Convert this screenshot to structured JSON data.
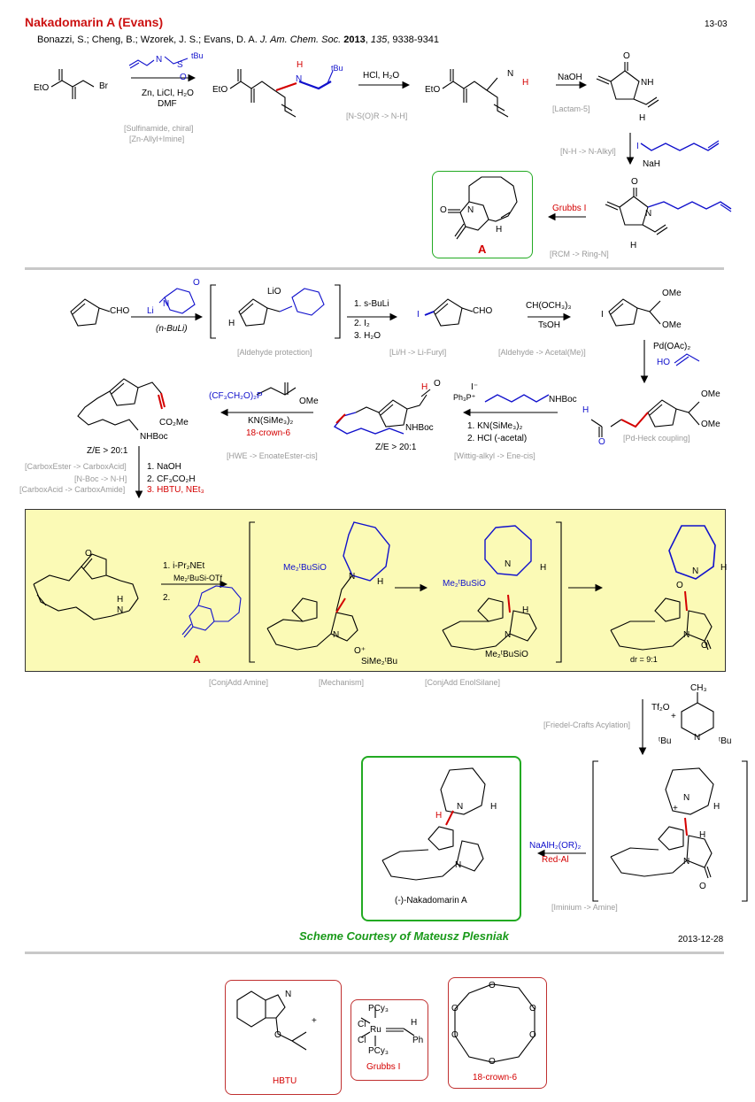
{
  "header": {
    "title": "Nakadomarin A (Evans)",
    "code": "13-03",
    "authors": "Bonazzi, S.; Cheng, B.; Wzorek, J. S.; Evans, D. A.",
    "journal": "J. Am. Chem. Soc.",
    "year": "2013",
    "volume": "135",
    "pages": ", 9338-9341"
  },
  "section1": {
    "sm_ester": "EtO",
    "sm_br": "Br",
    "imine_tbu": "tBu",
    "imine_n": "N",
    "imine_s": "S",
    "imine_o": "O",
    "step1_reagent1": "Zn, LiCl, H₂O",
    "step1_reagent2": "DMF",
    "step1_tag1": "[Sulfinamide, chiral]",
    "step1_tag2": "[Zn-Allyl+Imine]",
    "p1_eto": "EtO",
    "p1_h": "H",
    "p1_n": "N",
    "p1_tbu": "tBu",
    "step2_reagent": "HCl, H₂O",
    "step2_tag": "[N-S(O)R -> N-H]",
    "p2_eto": "EtO",
    "p2_nh": "N",
    "p2_h": "H",
    "step3_reagent": "NaOH",
    "step3_tag": "[Lactam-5]",
    "lactam_nh": "NH",
    "lactam_o": "O",
    "lactam_h": "H",
    "step4_reagent1": "I",
    "step4_reagent2": "NaH",
    "step4_tag": "[N-H -> N-Alkyl]",
    "alk_o": "O",
    "alk_n": "N",
    "alk_h": "H",
    "step5_reagent": "Grubbs I",
    "step5_tag": "[RCM -> Ring-N]",
    "A_o": "O",
    "A_n": "N",
    "A_h": "H",
    "A_label": "A"
  },
  "section2": {
    "furfural_cho": "CHO",
    "r1_li": "Li",
    "r1_n": "N",
    "r1_o": "O",
    "r1_nbuli": "(n-BuLi)",
    "int_lio": "LiO",
    "int_h": "H",
    "int_tag": "[Aldehyde protection]",
    "r2_1": "1. s-BuLi",
    "r2_2": "2. I₂",
    "r2_3": "3. H₂O",
    "r2_tag": "[Li/H -> Li-Furyl]",
    "iodo_i": "I",
    "iodo_cho": "CHO",
    "r3_1": "CH(OCH₃)₃",
    "r3_2": "TsOH",
    "r3_tag": "[Aldehyde -> Acetal(Me)]",
    "acetal_ome1": "OMe",
    "acetal_ome2": "OMe",
    "acetal_i": "I",
    "r4_1": "Pd(OAc)₂",
    "r4_2": "HO",
    "heck_ome1": "OMe",
    "heck_ome2": "OMe",
    "heck_h": "H",
    "heck_o": "O",
    "heck_tag": "[Pd-Heck coupling]",
    "r5_salt": "Ph₃P⁺",
    "r5_i": "I⁻",
    "r5_nhboc": "NHBoc",
    "r5_1": "1. KN(SiMe₃)₂",
    "r5_2": "2. HCl (-acetal)",
    "r5_tag": "[Wittig-alkyl -> Ene-cis]",
    "ald_h": "H",
    "ald_o": "O",
    "ald_nhboc": "NHBoc",
    "ald_ze": "Z/E > 20:1",
    "r6_phos": "(CF₃CH₂O)₂P",
    "r6_ome": "OMe",
    "r6_1": "KN(SiMe₃)₂",
    "r6_2": "18-crown-6",
    "r6_tag": "[HWE -> EnoateEster-cis]",
    "ester_co2me": "CO₂Me",
    "ester_nhboc": "NHBoc",
    "ester_ze": "Z/E > 20:1",
    "r7_1": "1. NaOH",
    "r7_2": "2. CF₃CO₂H",
    "r7_3": "3. HBTU, NEt₃",
    "r7_tag1": "[CarboxEster -> CarboxAcid]",
    "r7_tag2": "[N-Boc -> N-H]",
    "r7_tag3": "[CarboxAcid -> CarboxAmide]"
  },
  "section3": {
    "mac_n": "N",
    "mac_h": "H",
    "mac_o": "O",
    "r8_1": "1. i-Pr₂NEt",
    "r8_2": "Me₂ᵗBuSi-OTf",
    "r8_3": "2.",
    "r8_A": "A",
    "mech_si1": "Me₂ᵗBuSiO",
    "mech_si2": "SiMe₂ᵗBu",
    "mech_n1": "N",
    "mech_n2": "N",
    "mech_h": "H",
    "mech_o": "O⁺",
    "add_si1": "Me₂ᵗBuSiO",
    "add_si2": "Me₂ᵗBuSiO",
    "add_n1": "N",
    "add_n2": "N",
    "add_h1": "H",
    "add_h2": "H",
    "prod_n1": "N",
    "prod_n2": "N",
    "prod_h": "H",
    "prod_o1": "O",
    "prod_o2": "O",
    "prod_dr": "dr = 9:1",
    "tag1": "[ConjAdd  Amine]",
    "tag2": "[Mechanism]",
    "tag3": "[ConjAdd EnolSilane]"
  },
  "section4": {
    "r9_1": "Tf₂O",
    "r9_plus": "+",
    "r9_ch3": "CH₃",
    "r9_tbu1": "ᵗBu",
    "r9_tbu2": "ᵗBu",
    "r9_n": "N",
    "r9_tag": "[Friedel-Crafts Acylation]",
    "im_n1": "N",
    "im_n2": "N",
    "im_h1": "H",
    "im_h2": "H",
    "im_plus": "+",
    "im_o": "O",
    "r10_1": "NaAlH₂(OR)₂",
    "r10_2": "Red-Al",
    "r10_tag": "[Iminium -> Amine]",
    "nak_n1": "N",
    "nak_n2": "N",
    "nak_h1": "H",
    "nak_h2": "H",
    "nak_label": "(-)-Nakadomarin A",
    "credit": "Scheme Courtesy of Mateusz Plesniak",
    "date": "2013-12-28"
  },
  "reagents": {
    "hbtu_label": "HBTU",
    "grubbs_label": "Grubbs I",
    "crown_label": "18-crown-6",
    "hbtu_n": "N",
    "hbtu_o": "O",
    "hbtu_plus": "+",
    "g_pcy1": "PCy₃",
    "g_pcy2": "PCy₃",
    "g_cl1": "Cl",
    "g_cl2": "Cl",
    "g_ru": "Ru",
    "g_h": "H",
    "g_ph": "Ph",
    "crown_o": "O"
  },
  "colors": {
    "title_red": "#cc1111",
    "panel_yellow": "#fbfab6",
    "credit_green": "#1a9a1a",
    "bond_red": "#d40000",
    "bond_blue": "#1010cc"
  }
}
